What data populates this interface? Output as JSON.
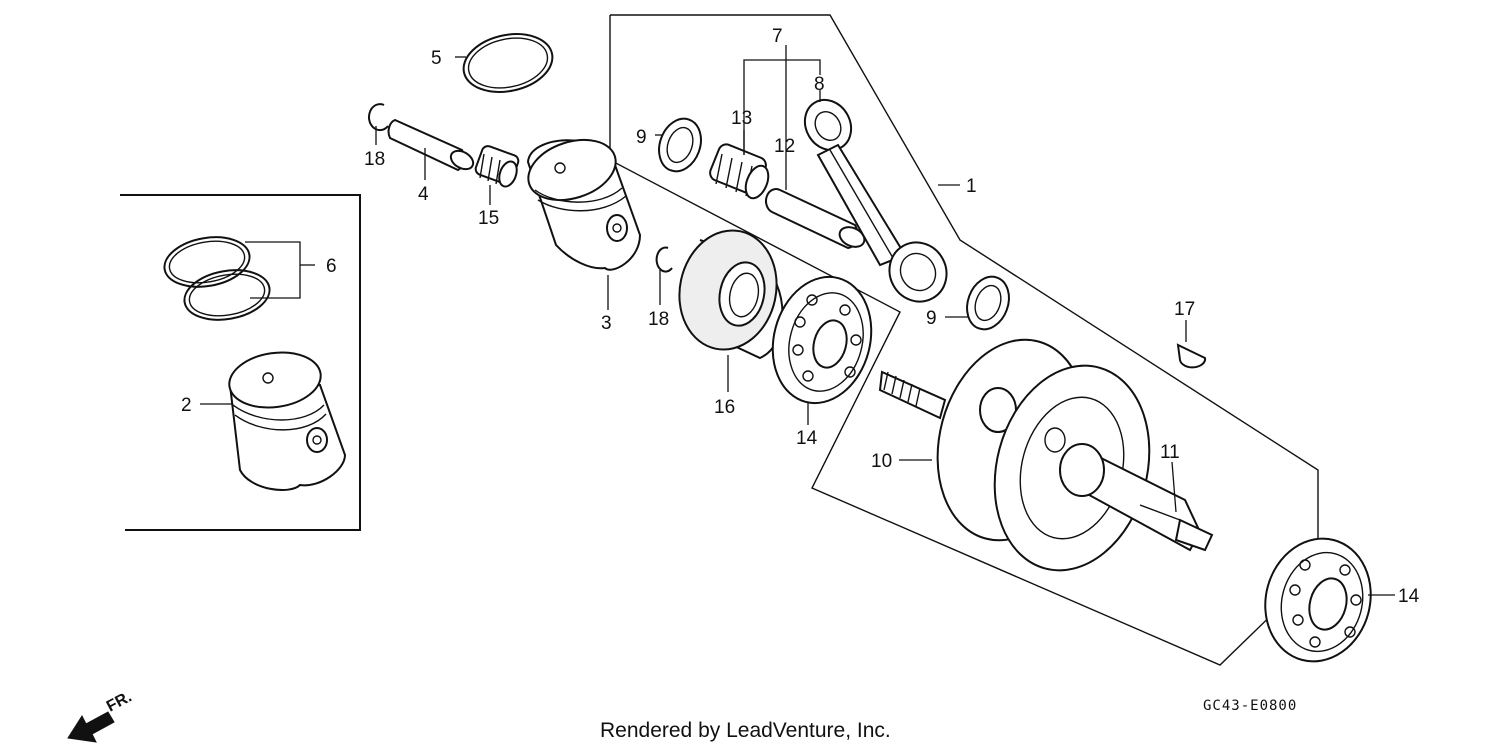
{
  "callouts": {
    "c1": "1",
    "c2": "2",
    "c3": "3",
    "c4": "4",
    "c5": "5",
    "c6": "6",
    "c7": "7",
    "c8": "8",
    "c9a": "9",
    "c9b": "9",
    "c10": "10",
    "c11": "11",
    "c12": "12",
    "c13": "13",
    "c14a": "14",
    "c14b": "14",
    "c15": "15",
    "c16": "16",
    "c17": "17",
    "c18a": "18",
    "c18b": "18"
  },
  "diagram_code": "GC43-E0800",
  "credit": "Rendered by LeadVenture, Inc.",
  "direction_label": "FR.",
  "icons": [
    "front-direction-arrow-icon"
  ]
}
